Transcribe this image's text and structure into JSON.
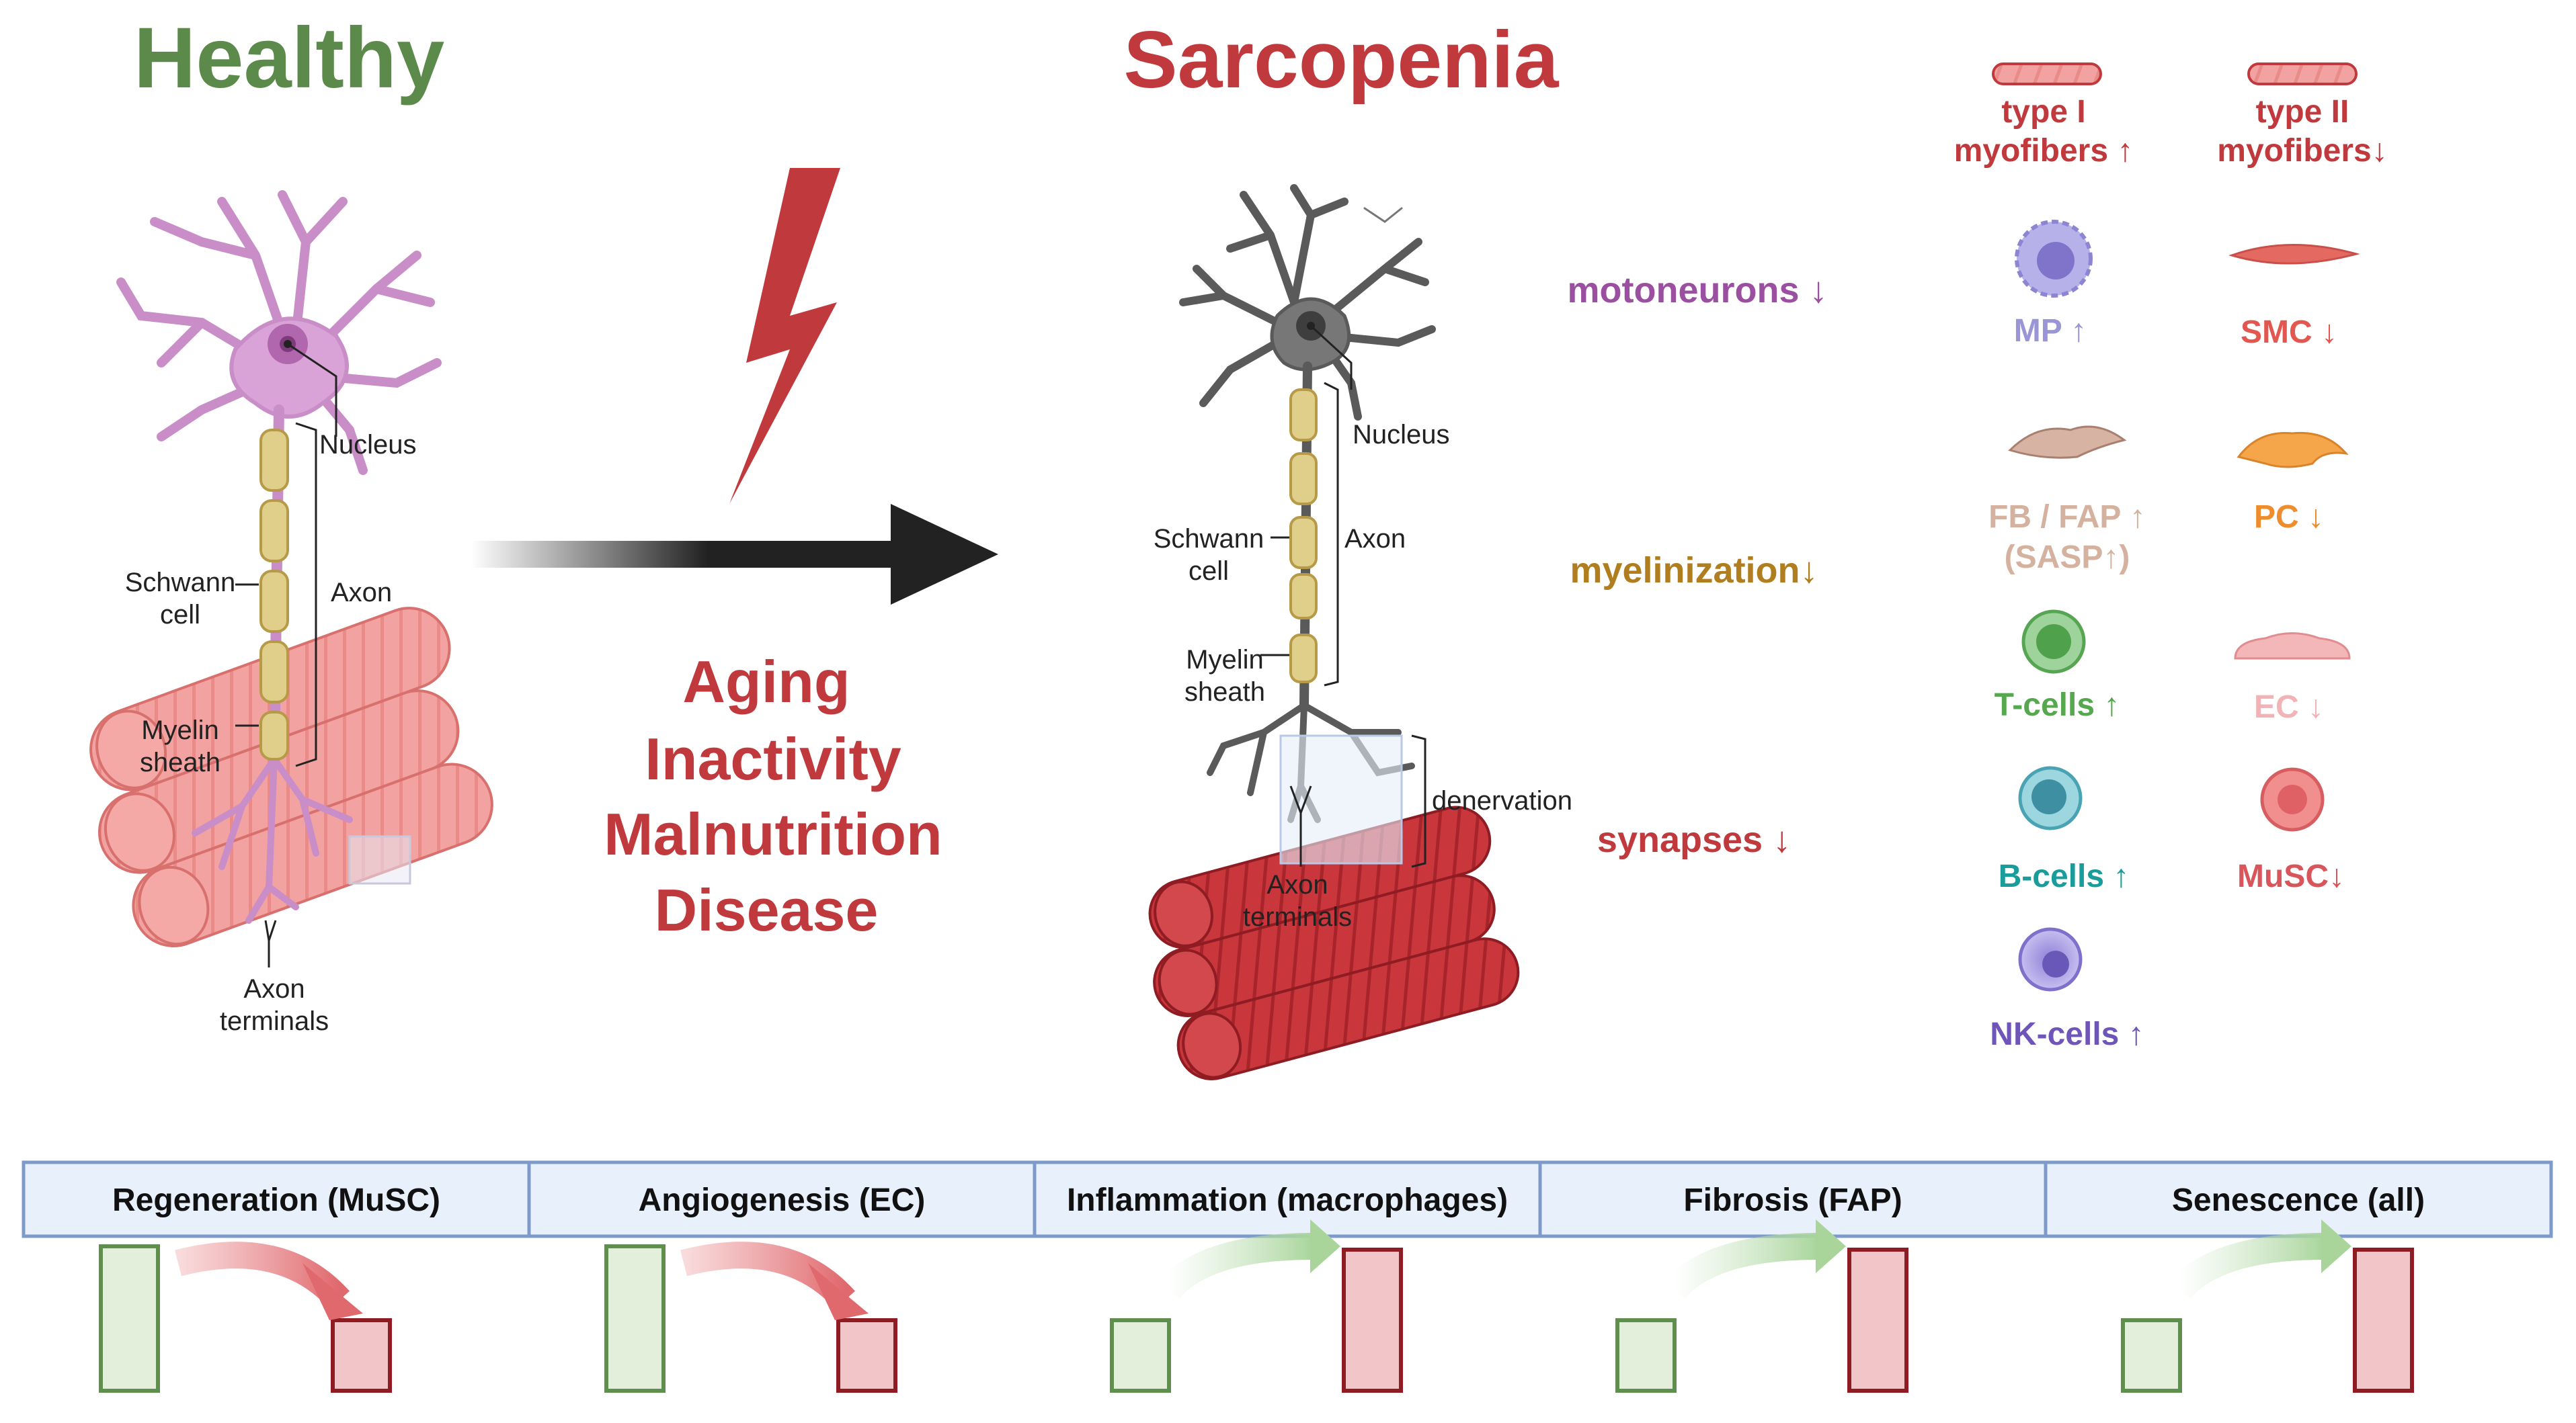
{
  "titles": {
    "healthy": "Healthy",
    "sarcopenia": "Sarcopenia"
  },
  "healthy_neuron": {
    "nucleus": "Nucleus",
    "axon": "Axon",
    "schwann_1": "Schwann",
    "schwann_2": "cell",
    "myelin_1": "Myelin",
    "myelin_2": "sheath",
    "terminals_1": "Axon",
    "terminals_2": "terminals"
  },
  "factors": [
    "Aging",
    "Inactivity",
    "Malnutrition",
    "Disease"
  ],
  "sarcopenia_neuron": {
    "nucleus": "Nucleus",
    "axon": "Axon",
    "schwann_1": "Schwann",
    "schwann_2": "cell",
    "myelin_1": "Myelin",
    "myelin_2": "sheath",
    "terminals_1": "Axon",
    "terminals_2": "terminals",
    "denervation": "denervation"
  },
  "changes": {
    "motoneurons": "motoneurons ↓",
    "myelinization": "myelinization↓",
    "synapses": "synapses ↓"
  },
  "cells": {
    "type1_1": "type I",
    "type1_2": "myofibers ↑",
    "type2_1": "type II",
    "type2_2": "myofibers↓",
    "mp": "MP ↑",
    "smc": "SMC ↓",
    "fb_1": "FB / FAP ↑",
    "fb_2": "(SASP↑)",
    "pc": "PC ↓",
    "tcells": "T-cells ↑",
    "ec": "EC ↓",
    "bcells": "B-cells ↑",
    "musc": "MuSC↓",
    "nkcells": "NK-cells ↑"
  },
  "processes": [
    {
      "label": "Regeneration (MuSC)",
      "direction": "down"
    },
    {
      "label": "Angiogenesis (EC)",
      "direction": "down"
    },
    {
      "label": "Inflammation (macrophages)",
      "direction": "up"
    },
    {
      "label": "Fibrosis (FAP)",
      "direction": "up"
    },
    {
      "label": "Senescence (all)",
      "direction": "up"
    }
  ],
  "colors": {
    "healthy_green": "#5c8a4a",
    "sarcopenia_red": "#c0393d",
    "purple": "#9b4fa0",
    "gold": "#b07d1f",
    "header_fill": "#e8f0fb",
    "header_border": "#7d9acb",
    "green_bar_fill": "#e3eedb",
    "green_bar_border": "#5f8f4c",
    "red_bar_fill": "#f2c6c8",
    "red_bar_border": "#8e1c22"
  }
}
